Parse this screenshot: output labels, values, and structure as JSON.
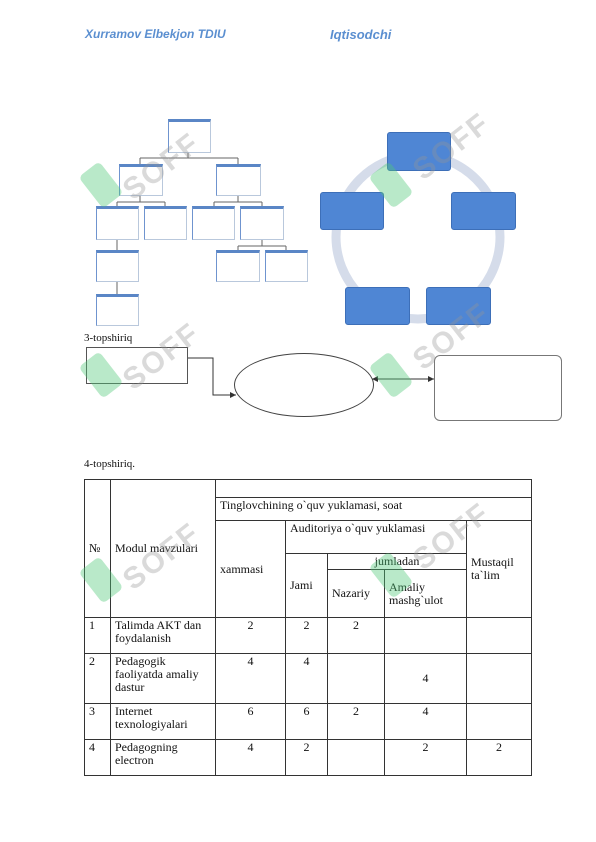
{
  "header": {
    "author": "Xurramov Elbekjon  TDIU",
    "subject": "Iqtisodchi"
  },
  "watermark": "SOFF",
  "task3": {
    "label": "3-topshiriq"
  },
  "task4": {
    "label": "4-topshiriq.",
    "headers": {
      "num": "№",
      "module": "Modul mavzulari",
      "load": "Tinglovchining o`quv yuklamasi, soat",
      "total": "xammasi",
      "auditory": "Auditoriya o`quv yuklamasi",
      "including": "jumladan",
      "all": "Jami",
      "theory": "Nazariy",
      "practice": "Amaliy mashg`ulot",
      "independent": "Mustaqil ta`lim"
    },
    "rows": [
      {
        "n": "1",
        "topic": "Talimda AKT dan foydalanish",
        "total": "2",
        "all": "2",
        "theory": "2",
        "practice": "",
        "indep": ""
      },
      {
        "n": "2",
        "topic": "Pedagogik faoliyatda amaliy dastur",
        "total": "4",
        "all": "4",
        "theory": "",
        "practice": "4",
        "indep": ""
      },
      {
        "n": "3",
        "topic": "Internet texnologiyalari",
        "total": "6",
        "all": "6",
        "theory": "2",
        "practice": "4",
        "indep": ""
      },
      {
        "n": "4",
        "topic": "Pedagogning electron",
        "total": "4",
        "all": "2",
        "theory": "",
        "practice": "2",
        "indep": "2"
      }
    ]
  }
}
